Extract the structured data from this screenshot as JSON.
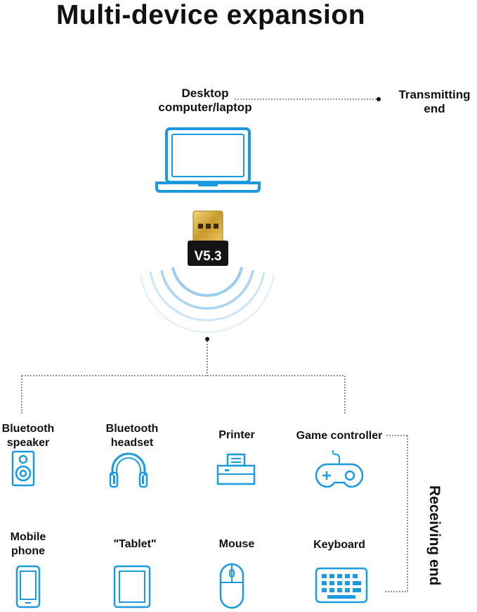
{
  "title": "Multi-device expansion",
  "transmitter": {
    "device_label_line1": "Desktop",
    "device_label_line2": "computer/laptop",
    "role_line1": "Transmitting",
    "role_line2": "end"
  },
  "adapter": {
    "version": "V5.3"
  },
  "receivers_role": "Receiving end",
  "receivers": [
    {
      "line1": "Bluetooth",
      "line2": "speaker",
      "icon": "speaker-icon"
    },
    {
      "line1": "Bluetooth",
      "line2": "headset",
      "icon": "headset-icon"
    },
    {
      "line1": "Printer",
      "line2": "",
      "icon": "printer-icon"
    },
    {
      "line1": "Game controller",
      "line2": "",
      "icon": "game-controller-icon"
    },
    {
      "line1": "Mobile",
      "line2": "phone",
      "icon": "mobile-phone-icon"
    },
    {
      "line1": "\"Tablet\"",
      "line2": "",
      "icon": "tablet-icon"
    },
    {
      "line1": "Mouse",
      "line2": "",
      "icon": "mouse-icon"
    },
    {
      "line1": "Keyboard",
      "line2": "",
      "icon": "keyboard-icon"
    }
  ],
  "colors": {
    "icon_blue": "#1a9be0",
    "line": "#444444",
    "text": "#111111"
  }
}
